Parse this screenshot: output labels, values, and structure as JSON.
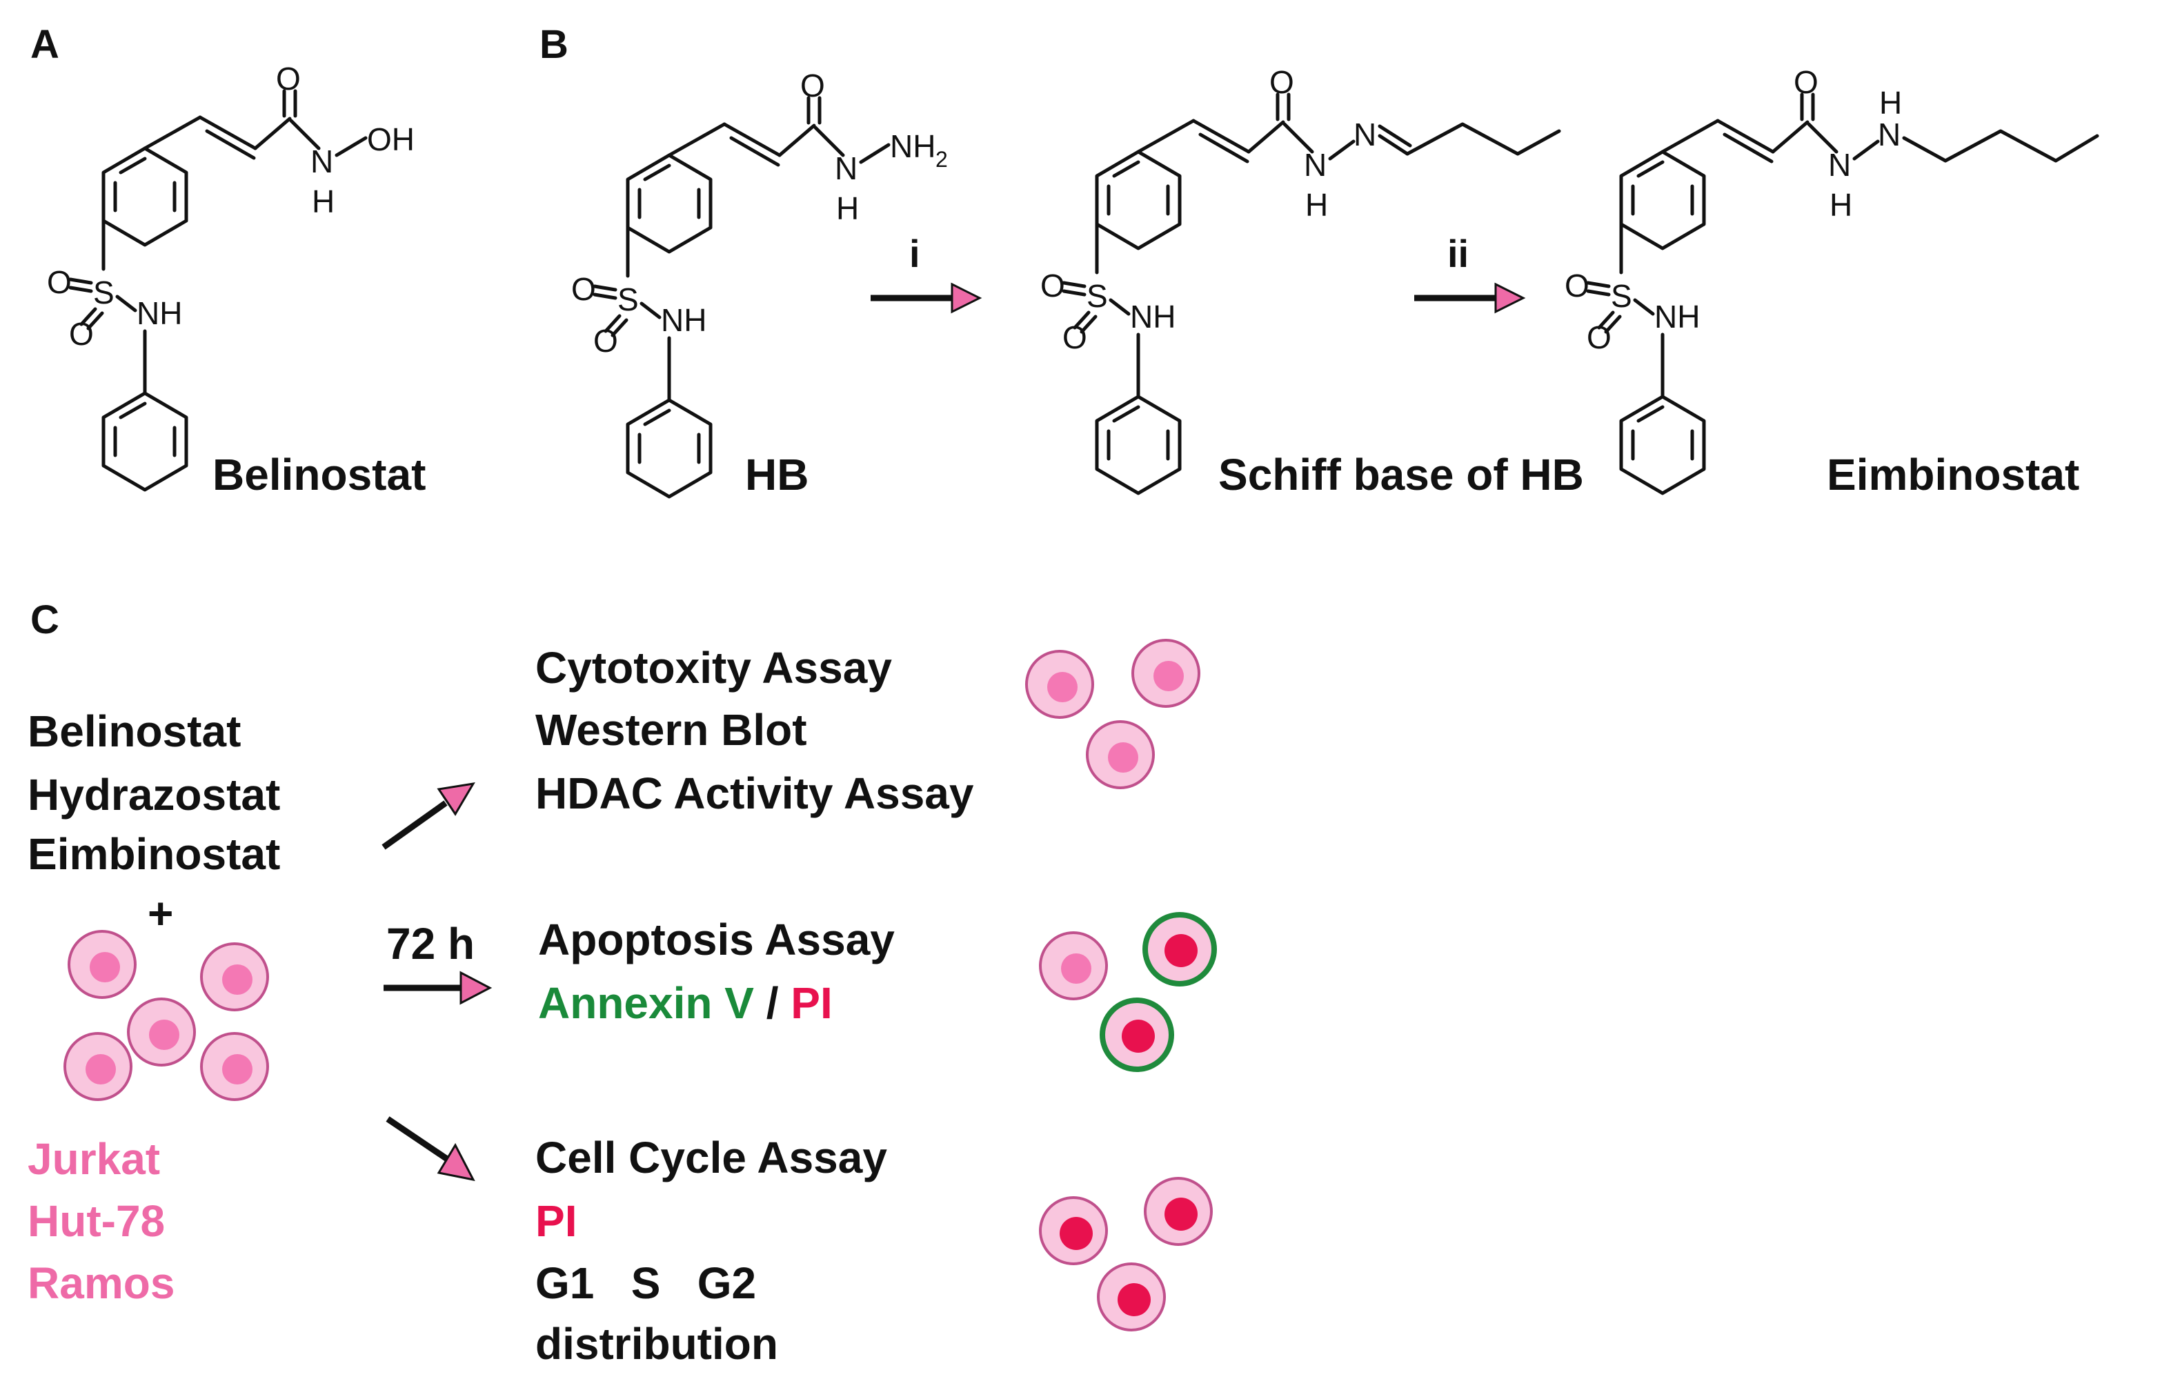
{
  "panels": {
    "a": "A",
    "b": "B",
    "c": "C"
  },
  "compounds": {
    "belinostat": "Belinostat",
    "hb": "HB",
    "schiff": "Schiff base of HB",
    "eimbinostat": "Eimbinostat"
  },
  "reaction_steps": {
    "step1": "i",
    "step2": "ii"
  },
  "atoms": {
    "o": "O",
    "s": "S",
    "n": "N",
    "h": "H",
    "oh": "OH",
    "nh": "NH",
    "nh2": "NH",
    "sub2": "2"
  },
  "workflow": {
    "drugs": [
      "Belinostat",
      "Hydrazostat",
      "Eimbinostat"
    ],
    "plus": "+",
    "cell_lines": [
      "Jurkat",
      "Hut-78",
      "Ramos"
    ],
    "time": "72 h",
    "assay1": [
      "Cytotoxity Assay",
      "Western Blot",
      "HDAC Activity Assay"
    ],
    "assay2_title": "Apoptosis Assay",
    "assay2_annexin": "Annexin V",
    "assay2_sep": " / ",
    "assay2_pi": "PI",
    "assay3_title": "Cell Cycle Assay",
    "assay3_pi": "PI",
    "assay3_phases": "G1   S   G2",
    "assay3_dist": "distribution"
  },
  "colors": {
    "cell_fill": "#f9c6de",
    "cell_stroke": "#c0508c",
    "nucleus_pink": "#f478b4",
    "nucleus_red": "#e8114e",
    "annexin_ring": "#1f8a3c",
    "arrow_head": "#ee6aa7"
  }
}
